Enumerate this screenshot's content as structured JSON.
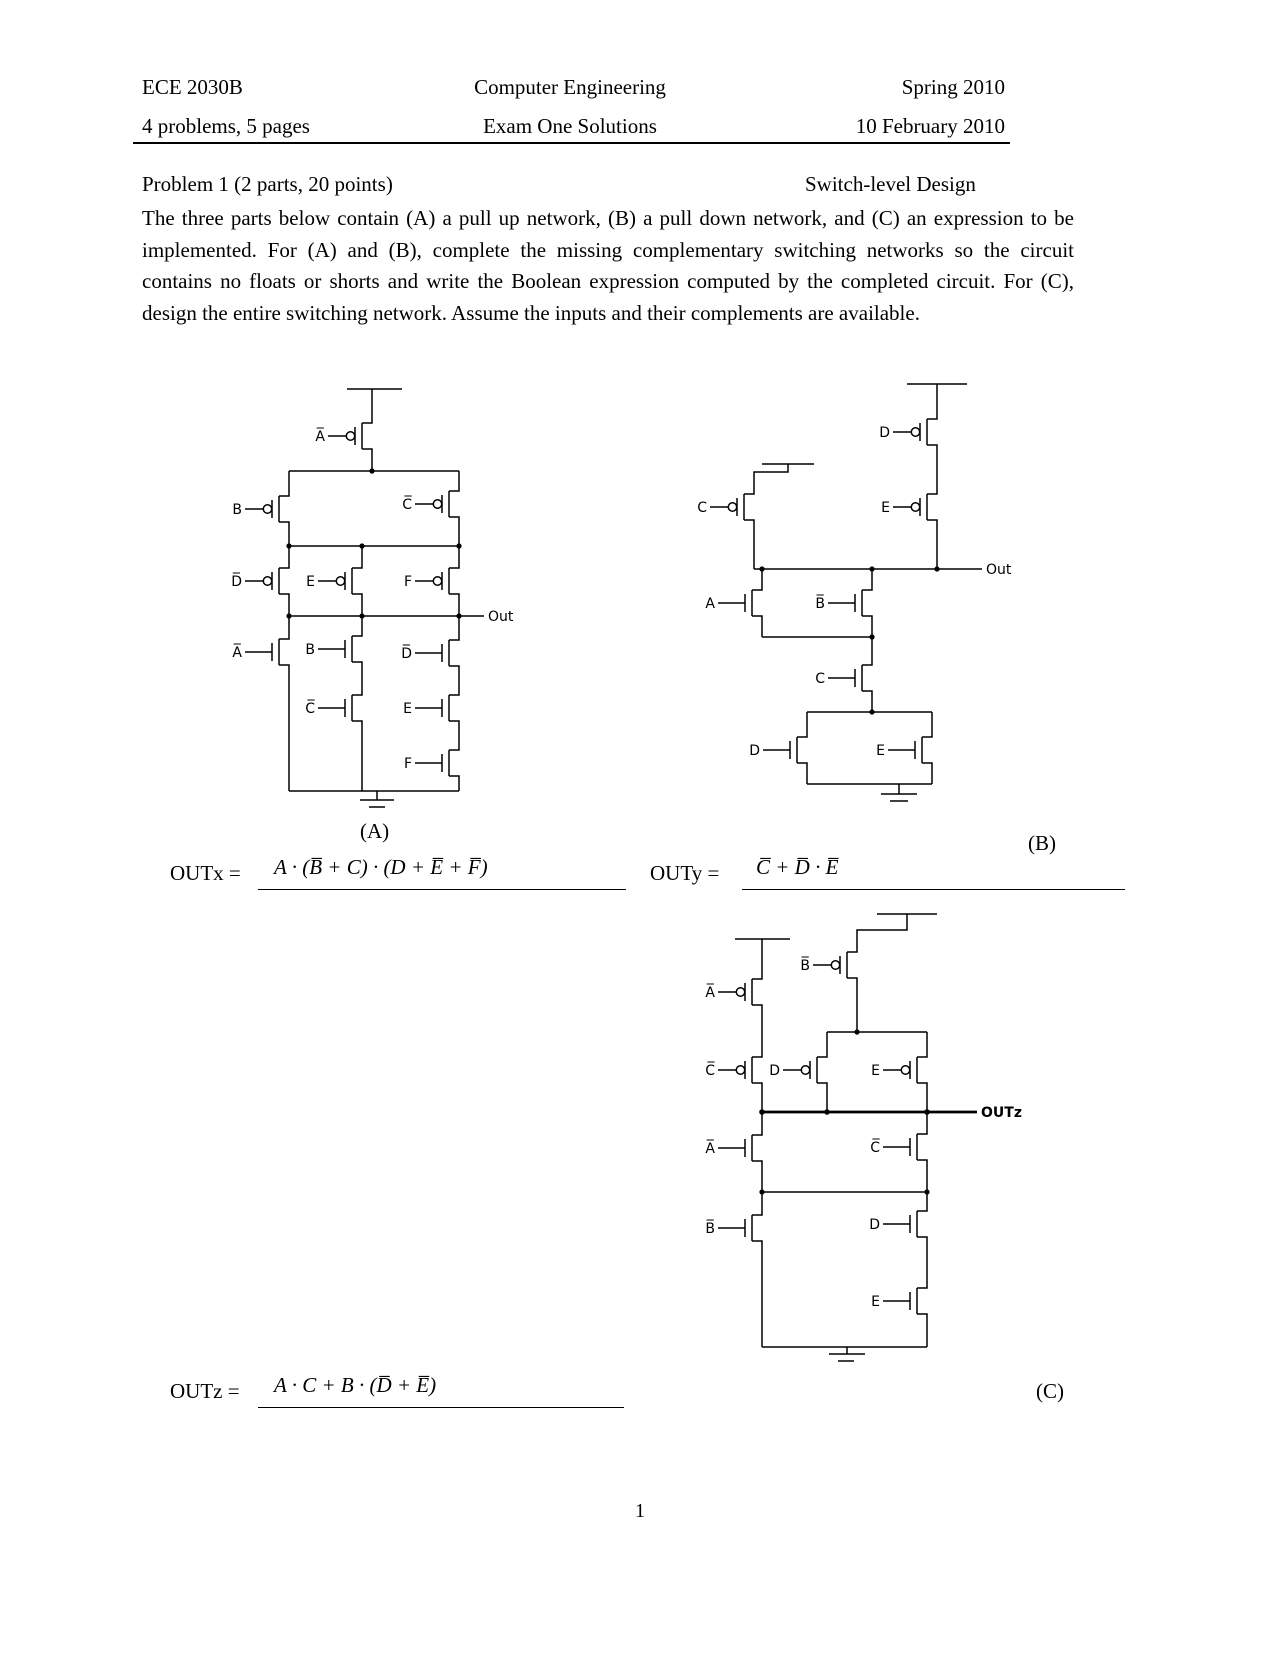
{
  "header": {
    "course": "ECE 2030B",
    "title": "Computer Engineering",
    "term": "Spring 2010",
    "pages_info": "4 problems, 5 pages",
    "exam_title": "Exam One Solutions",
    "date": "10 February 2010"
  },
  "problem": {
    "title": "Problem 1 (2 parts, 20 points)",
    "topic": "Switch-level Design",
    "description": "The three parts below contain (A) a pull up network, (B) a pull down network, and (C) an expression to be implemented.  For (A) and (B), complete the missing complementary switching networks so the circuit contains no floats or shorts and write the Boolean expression computed by the completed circuit.  For (C), design the entire switching network.  Assume the inputs and their complements are available."
  },
  "circuits": {
    "a": {
      "caption": "(A)",
      "out": "Out",
      "pullup": [
        "A̅",
        "B",
        "C̅",
        "D̅",
        "E",
        "F"
      ],
      "pulldown": [
        "A̅",
        "B",
        "D̅",
        "C̅",
        "E",
        "F"
      ]
    },
    "b": {
      "caption": "(B)",
      "out": "Out",
      "pullup": [
        "D",
        "C",
        "E"
      ],
      "pulldown": [
        "A",
        "B̅",
        "C",
        "D",
        "E"
      ]
    },
    "c": {
      "caption": "(C)",
      "out": "OUTz",
      "pullup": [
        "B̅",
        "A̅",
        "C̅",
        "D",
        "E"
      ],
      "pulldown": [
        "A̅",
        "C̅",
        "B̅",
        "D",
        "E"
      ]
    }
  },
  "answers": {
    "outx_label": "OUTx =",
    "outx_expr": "A · (B̅ + C) · (D + E̅ + F̅)",
    "outy_label": "OUTy =",
    "outy_expr": "C̅ + D̅ · E̅",
    "outz_label": "OUTz =",
    "outz_expr": "A · C + B · (D̅ + E̅)"
  },
  "page_number": "1"
}
